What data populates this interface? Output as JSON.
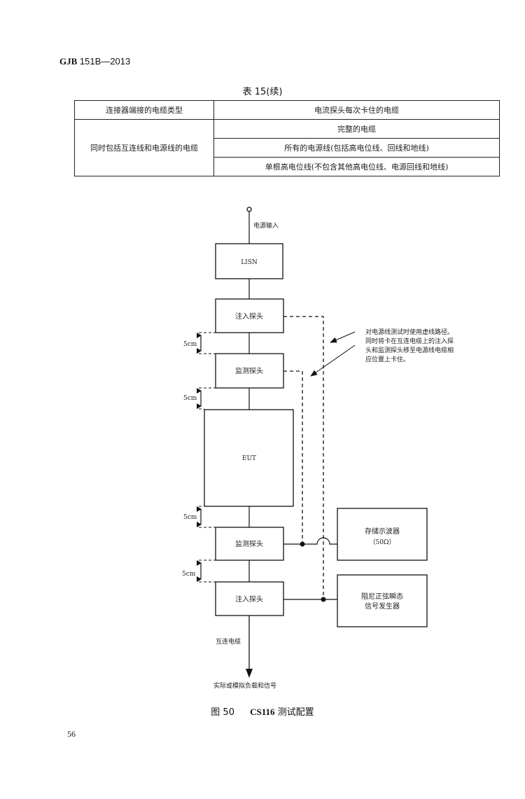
{
  "header": {
    "standard_prefix": "GJB",
    "standard_number": "151B—2013"
  },
  "table": {
    "caption": "表 15(续)",
    "headers": [
      "连接器端接的电缆类型",
      "电流探头每次卡住的电缆"
    ],
    "rows": [
      {
        "type": "同时包括互连线和电源线的电缆",
        "cables": [
          "完整的电缆",
          "所有的电源线(包括高电位线、回线和地线)",
          "单根高电位线(不包含其他高电位线、电源回线和地线)"
        ]
      }
    ]
  },
  "diagram": {
    "power_input_label": "电源输入",
    "lisn_label": "LISN",
    "injection_probe_top_label": "注入探头",
    "monitor_probe_top_label": "监测探头",
    "eut_label": "EUT",
    "monitor_probe_bottom_label": "监测探头",
    "injection_probe_bottom_label": "注入探头",
    "spacing_labels": [
      "5cm",
      "5cm",
      "5cm",
      "5cm"
    ],
    "oscilloscope_label_line1": "存储示波器",
    "oscilloscope_label_line2": "（50Ω）",
    "generator_label_line1": "阻尼正弦瞬态",
    "generator_label_line2": "信号发生器",
    "interconnect_cable_label": "互连电缆",
    "load_label": "实际或模拟负载和信号",
    "note_lines": [
      "对电源线测试时使用虚线路径。",
      "同时将卡在互连电缆上的注入探",
      "头和监测探头移至电源线电缆相",
      "应位置上卡住。"
    ]
  },
  "figure": {
    "number": "图 50",
    "title_code": "CS116",
    "title_text": "测试配置"
  },
  "page_number": "56"
}
